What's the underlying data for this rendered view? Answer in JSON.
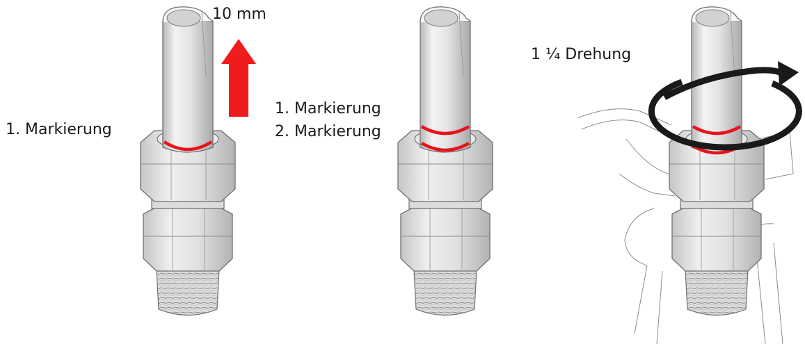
{
  "labels": {
    "lift_distance": "10 mm",
    "panel1_mark1": "1. Markierung",
    "panel2_mark1": "1. Markierung",
    "panel2_mark2": "2. Markierung",
    "rotation": "1 ¼ Drehung"
  },
  "colors": {
    "marking": "#e8141c",
    "arrow": "#ee1c1c",
    "metal_light": "#f2f2f2",
    "metal_mid": "#d9d9d9",
    "metal_dark": "#b5b5b5",
    "outline": "#6f6f6f",
    "rotation_arrow": "#1a1a1a"
  },
  "icons": {
    "panel1_arrow": "arrow-up-icon",
    "panel3_arrow": "rotate-clockwise-icon"
  }
}
